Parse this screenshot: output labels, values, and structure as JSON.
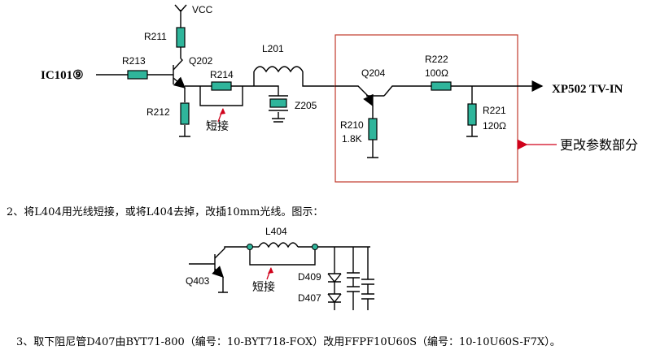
{
  "circuit1": {
    "vcc": "VCC",
    "input": "IC101⑨",
    "r211": "R211",
    "r213": "R213",
    "r212": "R212",
    "r214": "R214",
    "q202": "Q202",
    "l201": "L201",
    "z205": "Z205",
    "short": "短接",
    "q204": "Q204",
    "r222": "R222",
    "r222_val": "100Ω",
    "r210": "R210",
    "r210_val": "1.8K",
    "r221": "R221",
    "r221_val": "120Ω",
    "output": "XP502  TV-IN",
    "changed_note": "更改参数部分"
  },
  "step2": {
    "text": "2、将L404用光线短接，或将L404去掉，改插10mm光线。图示："
  },
  "circuit2": {
    "l404": "L404",
    "q403": "Q403",
    "short": "短接",
    "d409": "D409",
    "d407": "D407"
  },
  "step3": {
    "text": "3、取下阻尼管D407由BYT71-800（编号：10-BYT718-FOX）改用FFPF10U60S（编号：10-10U60S-F7X）。"
  },
  "colors": {
    "component": "#2fb59b",
    "highlight_box": "#c0392b",
    "arrow": "#d0021b",
    "node": "#2fb59b"
  }
}
